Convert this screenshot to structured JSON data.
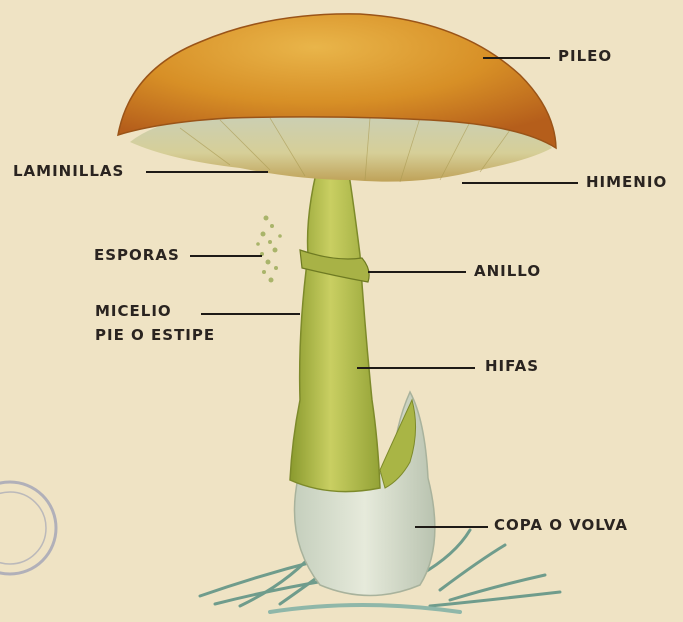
{
  "labels": {
    "pileo": "PILEO",
    "laminillas": "LAMINILLAS",
    "himenio": "HIMENIO",
    "esporas": "ESPORAS",
    "anillo": "ANILLO",
    "micelio": "MICELIO",
    "pie_o_estipe": "PIE O ESTIPE",
    "hifas": "HIFAS",
    "copa_o_volva": "COPA O VOLVA"
  },
  "colors": {
    "background": "#efe3c4",
    "cap": "#d9962a",
    "gills": "#d2c99a",
    "stem": "#b8c24f",
    "volva": "#d6ddc8",
    "grass": "#7aa89a",
    "label_text": "#2a2420",
    "leader_line": "#1e1a16"
  }
}
